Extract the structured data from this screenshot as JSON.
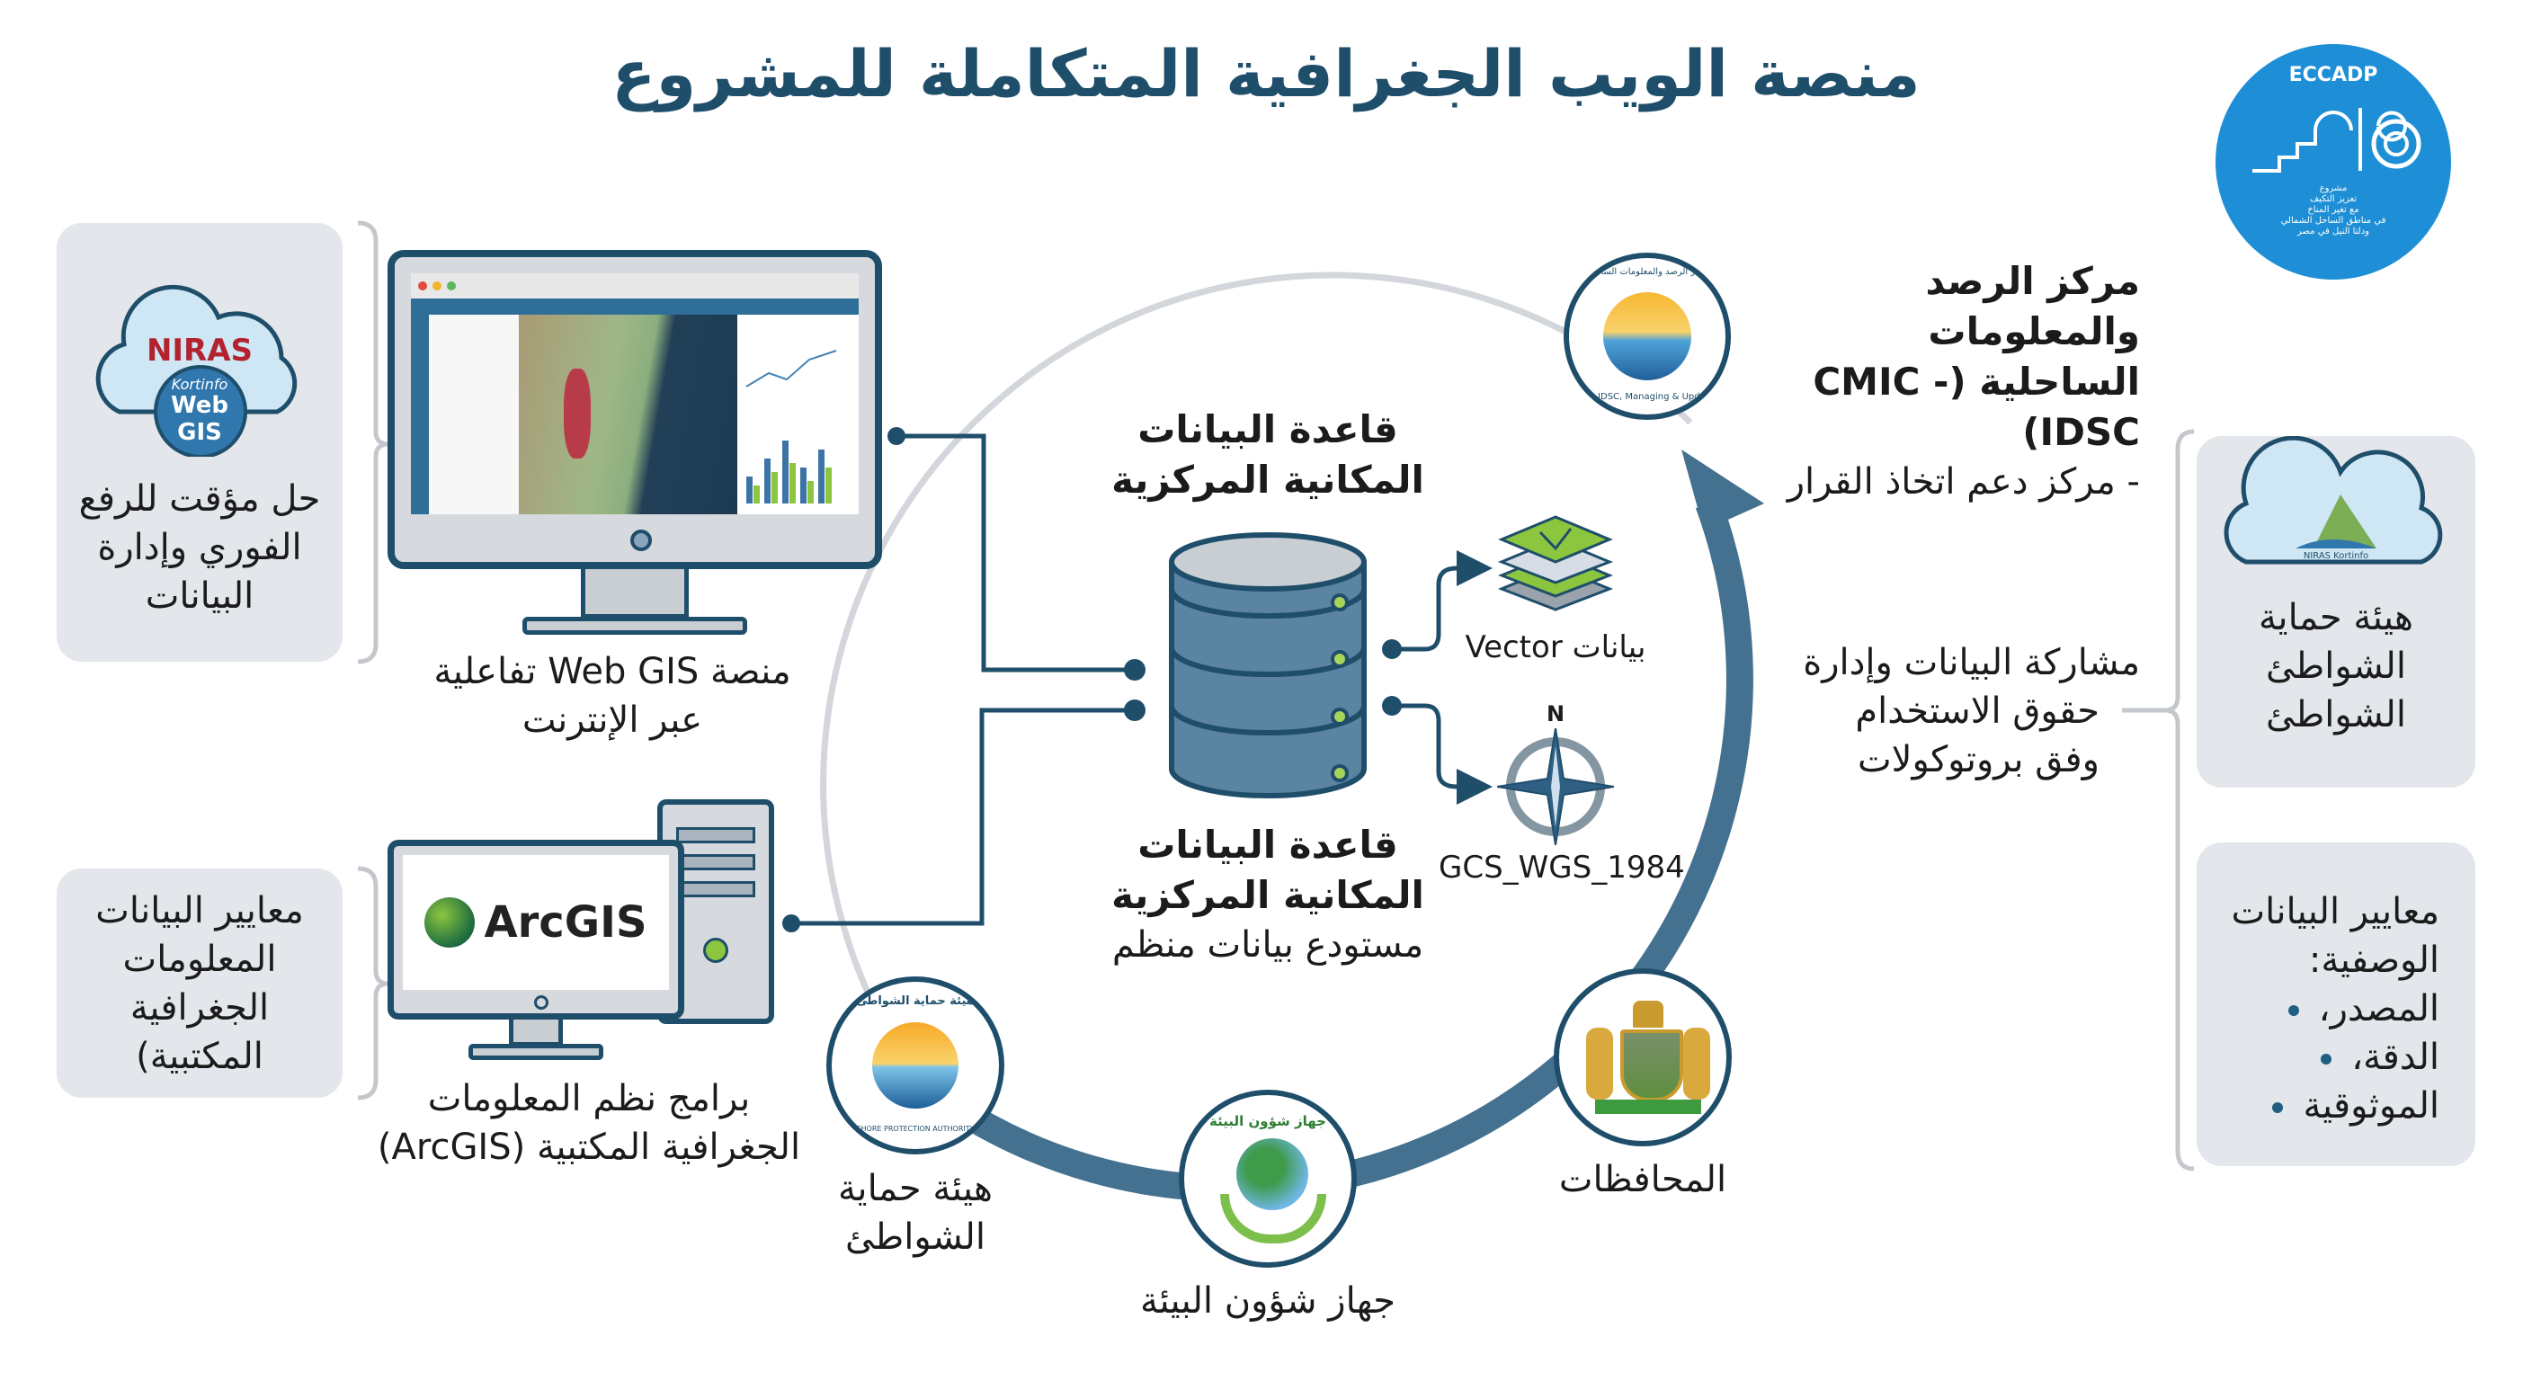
{
  "title": "منصة الويب الجغرافية المتكاملة للمشروع",
  "logos": {
    "eccadp": {
      "acronym": "ECCADP",
      "lines": [
        "مشروع",
        "تعزيز التكيف",
        "مع تغير المناخ",
        "في مناطق الساحل الشمالي",
        "ودلتا النيل في مصر"
      ]
    },
    "niras": {
      "brand": "NIRAS",
      "product": "Kortinfo",
      "line1": "Web",
      "line2": "GIS"
    },
    "arcgis": {
      "brand": "ArcGIS"
    },
    "cmic": {
      "ring_text": "CMIC-IDSC, Managing & Updating",
      "arabic_ring": "مركز الرصد والمعلومات الساحلية"
    },
    "spa": {
      "arabic_ring": "هيئة حماية الشواطئ",
      "english_ring": "SHORE PROTECTION AUTHORITY"
    },
    "eeaa": {
      "arabic_ring": "جهاز شؤون البيئة"
    },
    "niras_right": {
      "text": "NIRAS Kortinfo"
    }
  },
  "left": {
    "box1_lines": [
      "حل مؤقت للرفع",
      "الفوري وإدارة",
      "البيانات"
    ],
    "box2_lines": [
      "معايير البيانات",
      "المعلومات",
      "الجغرافية",
      "المكتبية)"
    ],
    "monitor_label": [
      "منصة Web GIS تفاعلية",
      "عبر الإنترنت"
    ],
    "pc_label": [
      "برامج نظم المعلومات",
      "الجغرافية المكتبية (ArcGIS)"
    ]
  },
  "center": {
    "db_title_top": [
      "قاعدة البيانات",
      "المكانية المركزية"
    ],
    "db_title_bottom": [
      "قاعدة البيانات",
      "المكانية المركزية"
    ],
    "db_subtitle": "مستودع بيانات منظم",
    "vector_label": "بيانات Vector",
    "crs_label": "GCS_WGS_1984",
    "compass_n": "N"
  },
  "cmic_text": [
    "مركز الرصد والمعلومات",
    "الساحلية (CMIC - IDSC)",
    "- مركز دعم اتخاذ القرار"
  ],
  "sharing_text": [
    "مشاركة البيانات وإدارة",
    "حقوق الاستخدام",
    "وفق بروتوكولات"
  ],
  "right": {
    "box1_lines": [
      "هيئة حماية",
      "الشواطئ",
      "الشواطئ"
    ],
    "box2_heading": [
      "معايير البيانات",
      "الوصفية:"
    ],
    "box2_bullets": [
      "المصدر،",
      "الدقة،",
      "الموثوقية"
    ]
  },
  "partners": {
    "spa": [
      "هيئة حماية",
      "الشواطئ"
    ],
    "eeaa": "جهاز شؤون البيئة",
    "governorates": "المحافظات"
  },
  "colors": {
    "primary": "#1f4e6b",
    "arc": "#44718f",
    "box": "#e3e6ea",
    "eccadp": "#1e8fd6",
    "niras_red": "#b3232f",
    "green": "#8cc63f"
  }
}
